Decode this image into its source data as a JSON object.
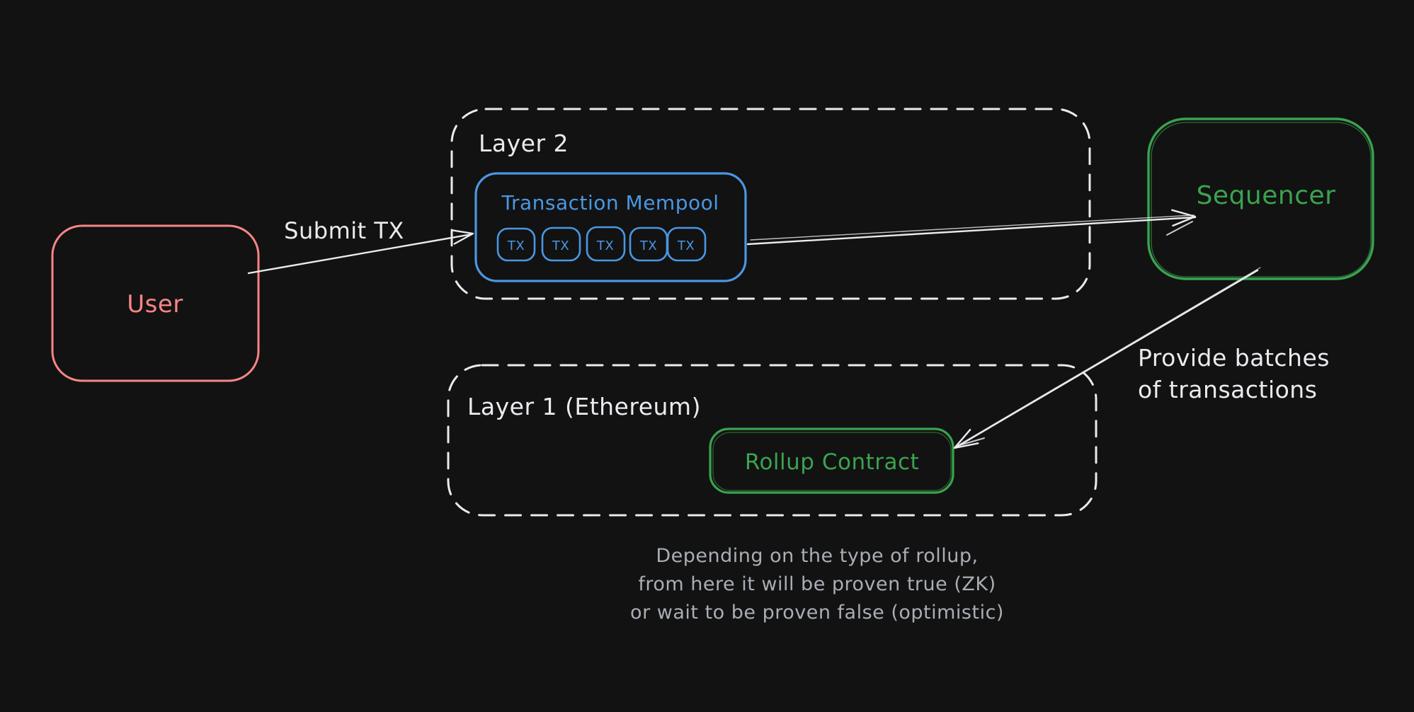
{
  "colors": {
    "background": "#121212",
    "white": "#e9ebee",
    "gray": "#a9aeb5",
    "red": "#f88585",
    "blue": "#4a97e3",
    "green": "#3aa34f"
  },
  "nodes": {
    "user": {
      "label": "User"
    },
    "layer2": {
      "label": "Layer 2"
    },
    "mempool": {
      "label": "Transaction Mempool",
      "tx_items": [
        "TX",
        "TX",
        "TX",
        "TX",
        "TX"
      ]
    },
    "sequencer": {
      "label": "Sequencer"
    },
    "layer1": {
      "label": "Layer 1 (Ethereum)"
    },
    "rollup": {
      "label": "Rollup Contract"
    }
  },
  "edges": {
    "submit_tx": {
      "label": "Submit TX"
    },
    "provide_batches": {
      "lines": [
        "Provide batches",
        "of transactions"
      ]
    }
  },
  "caption": {
    "lines": [
      "Depending on the type of rollup,",
      "from here it will be proven true (ZK)",
      "or wait to be proven false (optimistic)"
    ]
  }
}
